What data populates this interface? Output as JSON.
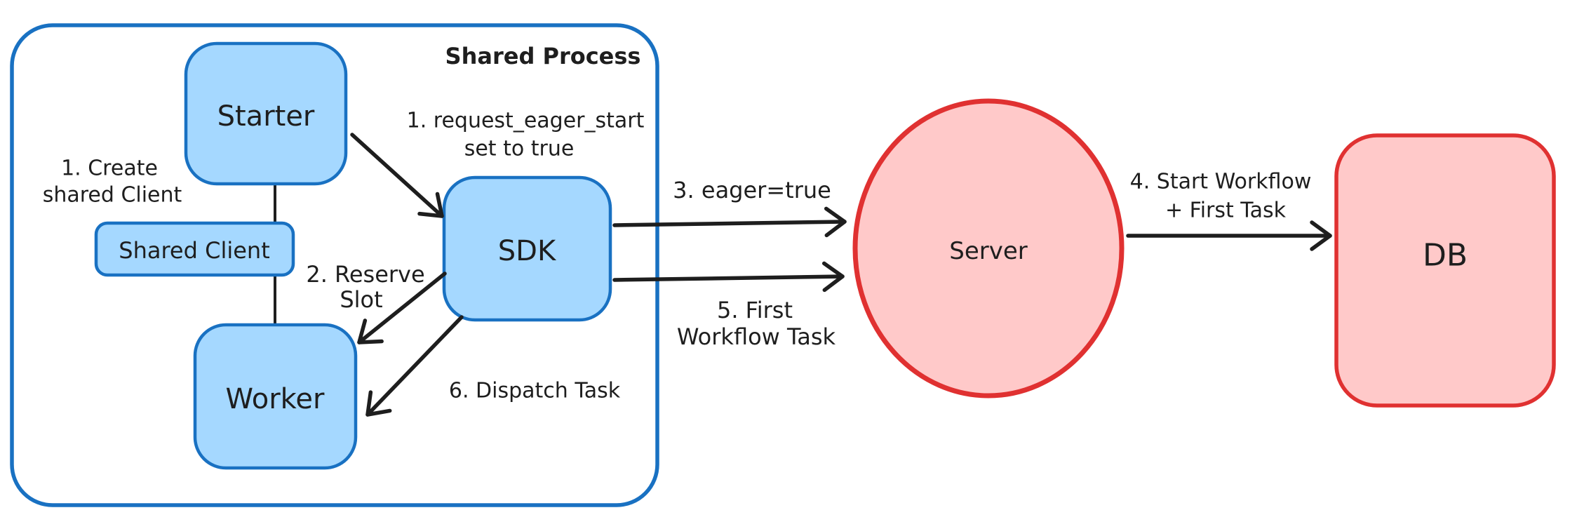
{
  "colors": {
    "blue_stroke": "#1971c2",
    "blue_fill": "#a5d8ff",
    "red_stroke": "#e03131",
    "red_fill": "#ffc9c9",
    "ink": "#1e1e1e",
    "background": "#ffffff"
  },
  "diagram": {
    "container": {
      "label": "Shared Process"
    },
    "nodes": {
      "starter": "Starter",
      "shared_client": "Shared Client",
      "worker": "Worker",
      "sdk": "SDK",
      "server": "Server",
      "db": "DB"
    },
    "labels": {
      "create_shared_client_1": "1. Create",
      "create_shared_client_2": "shared Client",
      "request_eager_start_1": "1. request_eager_start",
      "request_eager_start_2": "set to true",
      "reserve_slot_1": "2. Reserve",
      "reserve_slot_2": "Slot",
      "eager_true": "3. eager=true",
      "first_workflow_task_1": "5. First",
      "first_workflow_task_2": "Workflow Task",
      "start_workflow_1": "4. Start Workflow",
      "start_workflow_2": "+ First Task",
      "dispatch_task": "6. Dispatch Task"
    }
  }
}
